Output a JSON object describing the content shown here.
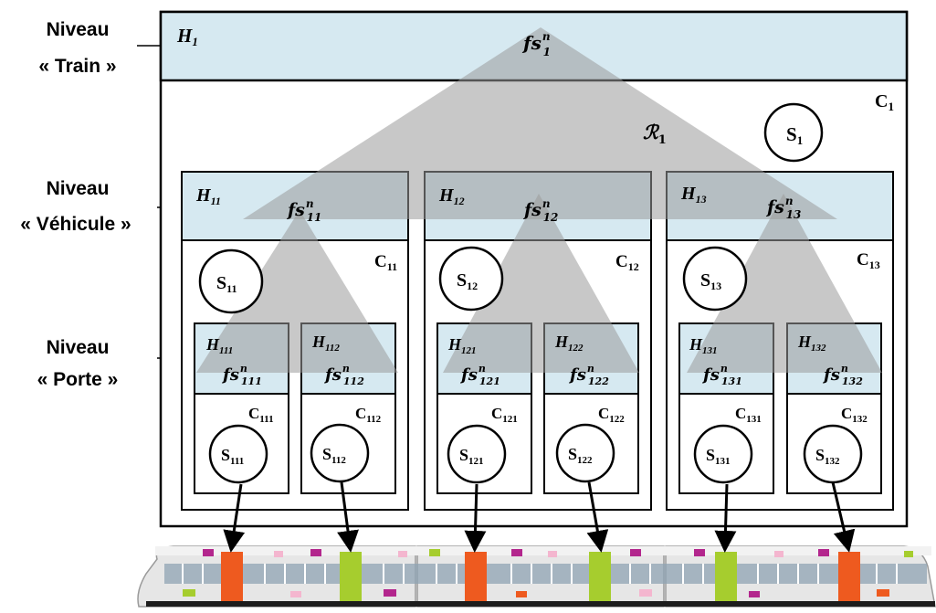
{
  "levels": {
    "train": {
      "line1": "Niveau",
      "line2": "« Train »"
    },
    "vehicle": {
      "line1": "Niveau",
      "line2": "« Véhicule »"
    },
    "door": {
      "line1": "Niveau",
      "line2": "« Porte »"
    }
  },
  "top": {
    "h": {
      "main": "H",
      "sub": "1"
    },
    "fs": {
      "main": "fs",
      "sub": "1",
      "sup": "n"
    },
    "c": {
      "main": "C",
      "sub": "1"
    },
    "s": {
      "main": "S",
      "sub": "1"
    },
    "r": {
      "main": "ℛ",
      "sub": "1"
    }
  },
  "vehicles": [
    {
      "h": {
        "main": "H",
        "sub": "11"
      },
      "fs": {
        "main": "fs",
        "sub": "11",
        "sup": "n"
      },
      "c": {
        "main": "C",
        "sub": "11"
      },
      "s": {
        "main": "S",
        "sub": "11"
      },
      "doors": [
        {
          "h": {
            "main": "H",
            "sub": "111"
          },
          "fs": {
            "main": "fs",
            "sub": "111",
            "sup": "n"
          },
          "c": {
            "main": "C",
            "sub": "111"
          },
          "s": {
            "main": "S",
            "sub": "111"
          }
        },
        {
          "h": {
            "main": "H",
            "sub": "112"
          },
          "fs": {
            "main": "fs",
            "sub": "112",
            "sup": "n"
          },
          "c": {
            "main": "C",
            "sub": "112"
          },
          "s": {
            "main": "S",
            "sub": "112"
          }
        }
      ]
    },
    {
      "h": {
        "main": "H",
        "sub": "12"
      },
      "fs": {
        "main": "fs",
        "sub": "12",
        "sup": "n"
      },
      "c": {
        "main": "C",
        "sub": "12"
      },
      "s": {
        "main": "S",
        "sub": "12"
      },
      "doors": [
        {
          "h": {
            "main": "H",
            "sub": "121"
          },
          "fs": {
            "main": "fs",
            "sub": "121",
            "sup": "n"
          },
          "c": {
            "main": "C",
            "sub": "121"
          },
          "s": {
            "main": "S",
            "sub": "121"
          }
        },
        {
          "h": {
            "main": "H",
            "sub": "122"
          },
          "fs": {
            "main": "fs",
            "sub": "122",
            "sup": "n"
          },
          "c": {
            "main": "C",
            "sub": "122"
          },
          "s": {
            "main": "S",
            "sub": "122"
          }
        }
      ]
    },
    {
      "h": {
        "main": "H",
        "sub": "13"
      },
      "fs": {
        "main": "fs",
        "sub": "13",
        "sup": "n"
      },
      "c": {
        "main": "C",
        "sub": "13"
      },
      "s": {
        "main": "S",
        "sub": "13"
      },
      "doors": [
        {
          "h": {
            "main": "H",
            "sub": "131"
          },
          "fs": {
            "main": "fs",
            "sub": "131",
            "sup": "n"
          },
          "c": {
            "main": "C",
            "sub": "131"
          },
          "s": {
            "main": "S",
            "sub": "131"
          }
        },
        {
          "h": {
            "main": "H",
            "sub": "132"
          },
          "fs": {
            "main": "fs",
            "sub": "132",
            "sup": "n"
          },
          "c": {
            "main": "C",
            "sub": "132"
          },
          "s": {
            "main": "S",
            "sub": "132"
          }
        }
      ]
    }
  ],
  "colors": {
    "header_fill": "#d6e9f1",
    "triangle_fill": "#9a9a9a",
    "outline": "#000000",
    "train_body": "#e6e6e6",
    "train_window": "#8fa3b3",
    "train_accents": [
      "#ee5a1f",
      "#a6cd2e",
      "#b3268d",
      "#f4b6cf",
      "#1d1d1d"
    ]
  },
  "icons": {
    "train": "regional-train-icon"
  }
}
